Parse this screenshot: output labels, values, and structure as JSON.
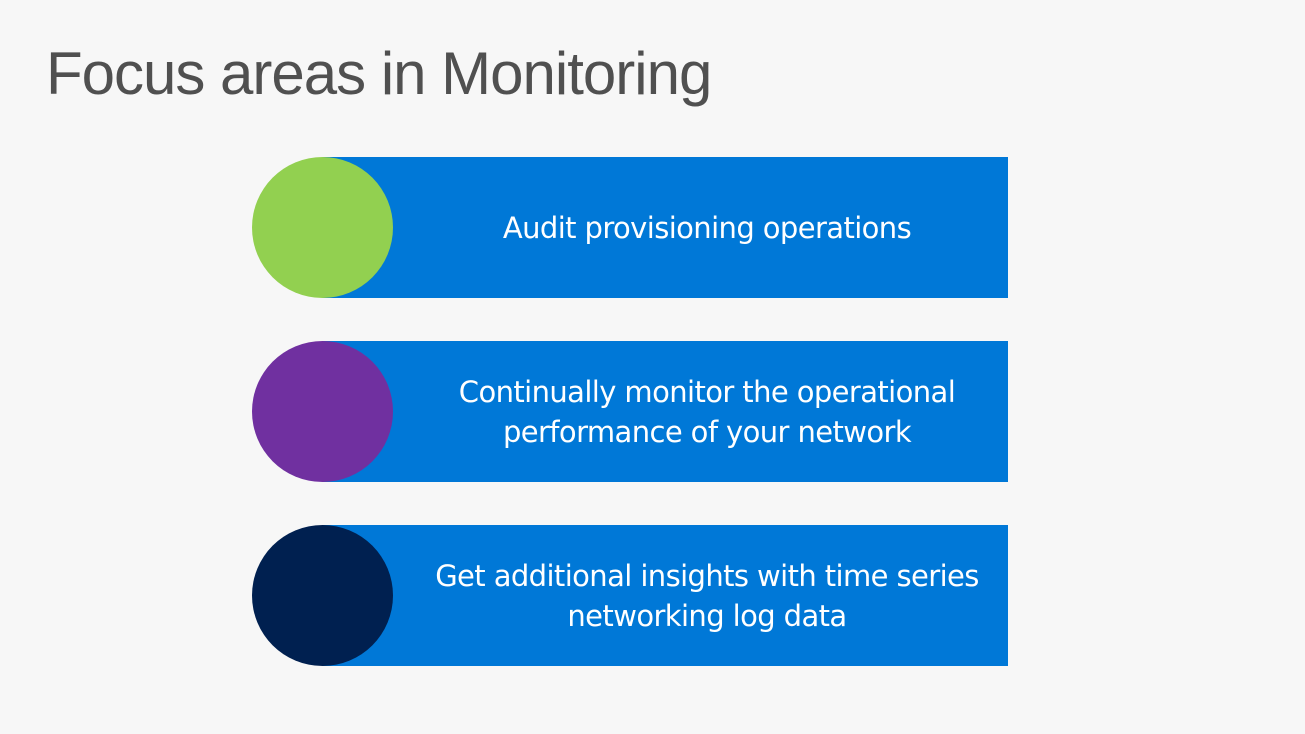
{
  "title": "Focus areas in Monitoring",
  "colors": {
    "background": "#f7f7f7",
    "title": "#505050",
    "bar": "#0078d7",
    "bar_text": "#ffffff"
  },
  "items": [
    {
      "text": "Audit provisioning operations",
      "circle_color": "#92d050"
    },
    {
      "text": "Continually monitor the operational performance of your network",
      "circle_color": "#7030a0"
    },
    {
      "text": "Get additional insights with time series networking log data",
      "circle_color": "#002050"
    }
  ]
}
